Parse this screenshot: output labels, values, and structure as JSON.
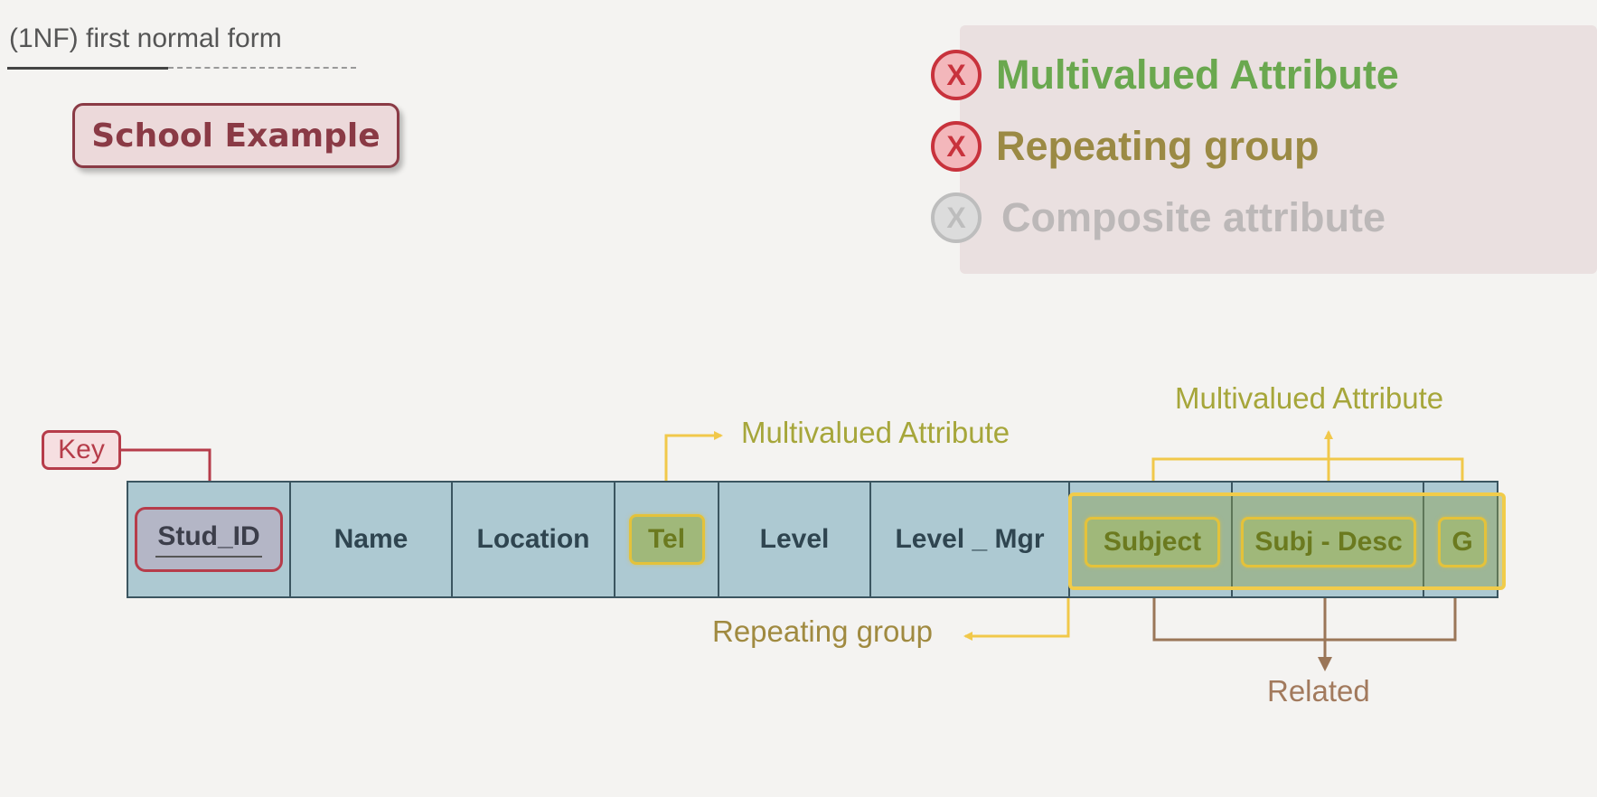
{
  "header": {
    "title": "(1NF) first normal form",
    "example_label": "School Example"
  },
  "checklist": [
    {
      "label": "Multivalued Attribute",
      "color": "#6aa84f",
      "active": true
    },
    {
      "label": "Repeating group",
      "color": "#9b8a44",
      "active": true
    },
    {
      "label": "Composite attribute",
      "color": "#bcb8b8",
      "active": false
    }
  ],
  "check_icon": "x-mark-icon",
  "check_icon_glyph": "X",
  "table": {
    "columns": [
      "Stud_ID",
      "Name",
      "Location",
      "Tel",
      "Level",
      "Level _ Mgr",
      "Subject",
      "Subj - Desc",
      "G"
    ]
  },
  "annotations": {
    "key": "Key",
    "tel_note": "Multivalued Attribute",
    "subject_note": "Multivalued Attribute",
    "repeating": "Repeating group",
    "related": "Related"
  },
  "colors": {
    "key_red": "#b63c4a",
    "highlight_yellow": "#f1c84a",
    "related_brown": "#a27a5d",
    "table_blue": "#adc9d2"
  }
}
